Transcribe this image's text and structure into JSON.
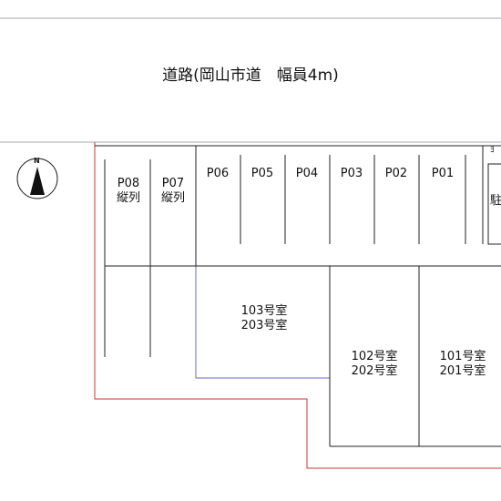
{
  "road": {
    "label": "道路(岡山市道　幅員4m)"
  },
  "compass": {
    "north_letter": "N"
  },
  "parking": [
    {
      "id": "P08",
      "note": "縦列"
    },
    {
      "id": "P07",
      "note": "縦列"
    },
    {
      "id": "P06",
      "note": ""
    },
    {
      "id": "P05",
      "note": ""
    },
    {
      "id": "P04",
      "note": ""
    },
    {
      "id": "P03",
      "note": ""
    },
    {
      "id": "P02",
      "note": ""
    },
    {
      "id": "P01",
      "note": ""
    }
  ],
  "rooms": [
    {
      "line1": "103号室",
      "line2": "203号室"
    },
    {
      "line1": "102号室",
      "line2": "202号室"
    },
    {
      "line1": "101号室",
      "line2": "201号室"
    }
  ],
  "edge_fragments": {
    "top": "ﾖ",
    "side": "駐"
  },
  "colors": {
    "boundary": "#cc3333",
    "building": "#6666cc",
    "lines": "#222222",
    "road_edge": "#aaaaaa"
  }
}
